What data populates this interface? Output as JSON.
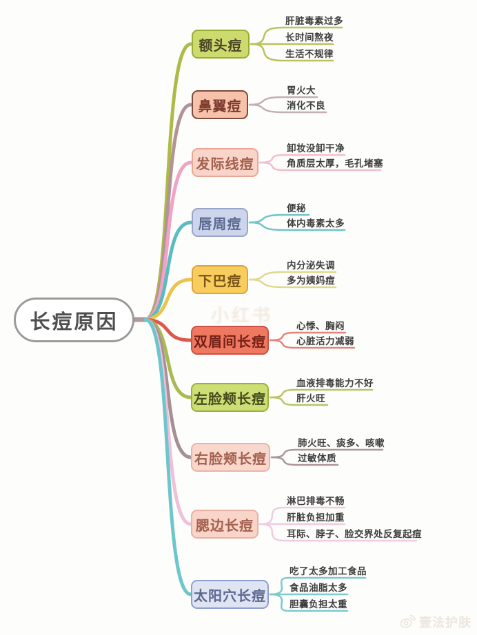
{
  "root": {
    "label": "长痘原因",
    "border_color": "#9b9b9b",
    "text_color": "#4f4f4f",
    "stub_color": "#b1979a"
  },
  "watermarks": {
    "center": "小红书",
    "bottom": "壹法护肤"
  },
  "branches": [
    {
      "label": "额头痘",
      "line_color": "#aeba48",
      "leaf_line_color": "#b9c25d",
      "box_fill": "#cdda6e",
      "box_border": "#9aab35",
      "text_color": "#4a4426",
      "leaves": [
        "肝脏毒素过多",
        "长时间熬夜",
        "生活不规律"
      ]
    },
    {
      "label": "鼻翼痘",
      "line_color": "#b29497",
      "leaf_line_color": "#c3afb1",
      "box_fill": "#f6c2a9",
      "box_border": "#7d4a3c",
      "text_color": "#7c3a2e",
      "leaves": [
        "胃火大",
        "消化不良"
      ]
    },
    {
      "label": "发际线痘",
      "line_color": "#f0a3c5",
      "leaf_line_color": "#f3bcd2",
      "box_fill": "#f9d4c9",
      "box_border": "#eba693",
      "text_color": "#a2604e",
      "leaves": [
        "卸妆没卸干净",
        "角质层太厚，毛孔堵塞"
      ]
    },
    {
      "label": "唇周痘",
      "line_color": "#58bcc0",
      "leaf_line_color": "#6cc4c6",
      "box_fill": "#ccd5ec",
      "box_border": "#98a5c8",
      "text_color": "#5c6890",
      "leaves": [
        "便秘",
        "体内毒素太多"
      ]
    },
    {
      "label": "下巴痘",
      "line_color": "#eac44d",
      "leaf_line_color": "#dfd98c",
      "box_fill": "#f8cd5e",
      "box_border": "#dca43f",
      "text_color": "#7a5518",
      "leaves": [
        "内分泌失调",
        "多为姨妈痘"
      ]
    },
    {
      "label": "双眉间长痘",
      "line_color": "#dd574e",
      "leaf_line_color": "#e4837a",
      "box_fill": "#ee7960",
      "box_border": "#cd4f45",
      "text_color": "#731f16",
      "leaves": [
        "心悸、胸闷",
        "心脏活力减弱"
      ]
    },
    {
      "label": "左脸颊长痘",
      "line_color": "#a9b954",
      "leaf_line_color": "#b9c464",
      "box_fill": "#cdde74",
      "box_border": "#9cb03c",
      "text_color": "#474a1d",
      "leaves": [
        "血液排毒能力不好",
        "肝火旺"
      ]
    },
    {
      "label": "右脸颊长痘",
      "line_color": "#a59093",
      "leaf_line_color": "#ab9598",
      "box_fill": "#f8d7cd",
      "box_border": "#eab4a6",
      "text_color": "#a2604e",
      "leaves": [
        "肺火旺、痰多、咳嗽",
        "过敏体质"
      ]
    },
    {
      "label": "腮边长痘",
      "line_color": "#efc0da",
      "leaf_line_color": "#eecce2",
      "box_fill": "#f8d5c8",
      "box_border": "#eab0a0",
      "text_color": "#a2604e",
      "leaves": [
        "淋巴排毒不畅",
        "肝脏负担加重",
        "耳际、脖子、脸交界处反复起痘"
      ]
    },
    {
      "label": "太阳穴长痘",
      "line_color": "#6ec6cd",
      "leaf_line_color": "#7ccace",
      "box_fill": "#dfe4f3",
      "box_border": "#8f9ed0",
      "text_color": "#5c6890",
      "leaves": [
        "吃了太多加工食品",
        "食品油脂太多",
        "胆囊负担太重"
      ]
    }
  ]
}
